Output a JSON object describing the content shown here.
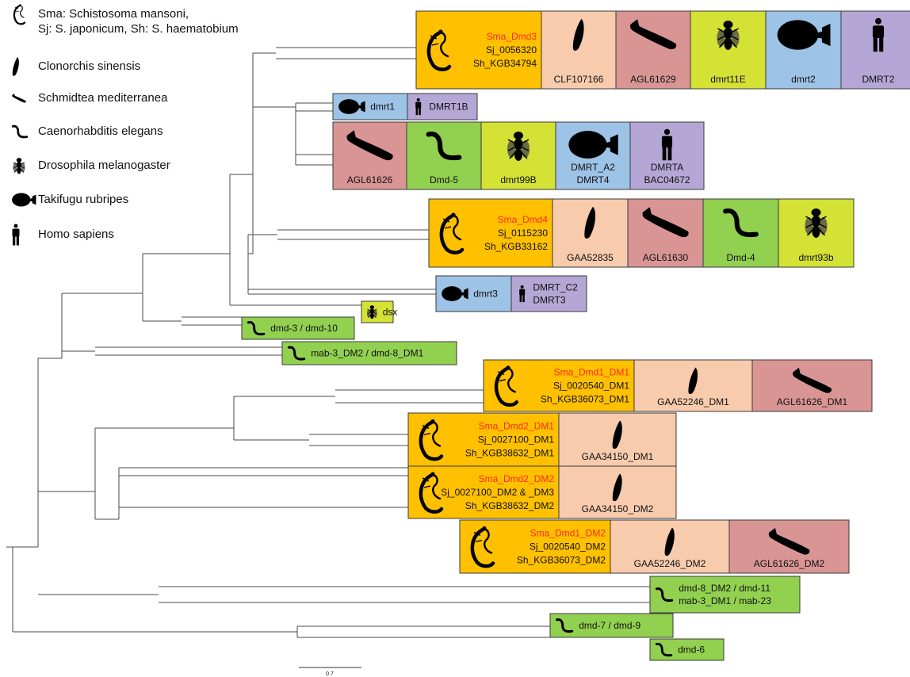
{
  "legend": [
    {
      "icon": "schistosoma-icon",
      "lines": [
        "Sma:  Schistosoma mansoni,",
        "Sj: S. japonicum, Sh: S. haematobium"
      ]
    },
    {
      "icon": "clonorchis-icon",
      "lines": [
        "Clonorchis sinensis"
      ]
    },
    {
      "icon": "schmidtea-icon",
      "lines": [
        "Schmidtea mediterranea"
      ]
    },
    {
      "icon": "worm-icon",
      "lines": [
        "Caenorhabditis elegans"
      ]
    },
    {
      "icon": "fly-icon",
      "lines": [
        "Drosophila melanogaster"
      ]
    },
    {
      "icon": "pufferfish-icon",
      "lines": [
        "Takifugu rubripes"
      ]
    },
    {
      "icon": "human-icon",
      "lines": [
        "Homo sapiens"
      ]
    }
  ],
  "colors": {
    "schistosoma": "#ffc000",
    "clonorchis": "#f8cbad",
    "schmidtea": "#d99594",
    "elegans": "#92d050",
    "drosophila": "#d4e135",
    "takifugu": "#9dc3e6",
    "human": "#b4a7d6",
    "highlight_text": "#ff2a1a",
    "tree_line": "#4a4a4a"
  },
  "clades": [
    {
      "id": "dmd3",
      "cells": [
        {
          "sp": "schistosoma",
          "icon": "schistosoma-icon",
          "red": "Sma_Dmd3",
          "lines": [
            "Sj_0056320",
            "Sh_KGB34794"
          ]
        },
        {
          "sp": "clonorchis",
          "icon": "clonorchis-icon",
          "lines": [
            "CLF107166"
          ]
        },
        {
          "sp": "schmidtea",
          "icon": "schmidtea-icon",
          "lines": [
            "AGL61629"
          ]
        },
        {
          "sp": "drosophila",
          "icon": "fly-icon",
          "lines": [
            "dmrt11E"
          ]
        },
        {
          "sp": "takifugu",
          "icon": "pufferfish-icon",
          "lines": [
            "dmrt2"
          ]
        },
        {
          "sp": "human",
          "icon": "human-icon",
          "lines": [
            "DMRT2"
          ]
        }
      ]
    },
    {
      "id": "dmrt1",
      "cells": [
        {
          "sp": "takifugu",
          "icon": "pufferfish-icon",
          "lines": [
            "dmrt1"
          ]
        },
        {
          "sp": "human",
          "icon": "human-icon",
          "lines": [
            "DMRT1B"
          ]
        }
      ]
    },
    {
      "id": "dmd5",
      "cells": [
        {
          "sp": "schmidtea",
          "icon": "schmidtea-icon",
          "lines": [
            "AGL61626"
          ]
        },
        {
          "sp": "elegans",
          "icon": "worm-icon",
          "lines": [
            "Dmd-5"
          ]
        },
        {
          "sp": "drosophila",
          "icon": "fly-icon",
          "lines": [
            "dmrt99B"
          ]
        },
        {
          "sp": "takifugu",
          "icon": "pufferfish-icon",
          "lines": [
            "DMRT_A2",
            "DMRT4"
          ]
        },
        {
          "sp": "human",
          "icon": "human-icon",
          "lines": [
            "DMRTA",
            "BAC04672"
          ]
        }
      ]
    },
    {
      "id": "dmd4",
      "cells": [
        {
          "sp": "schistosoma",
          "icon": "schistosoma-icon",
          "red": "Sma_Dmd4",
          "lines": [
            "Sj_0115230",
            "Sh_KGB33162"
          ]
        },
        {
          "sp": "clonorchis",
          "icon": "clonorchis-icon",
          "lines": [
            "GAA52835"
          ]
        },
        {
          "sp": "schmidtea",
          "icon": "schmidtea-icon",
          "lines": [
            "AGL61630"
          ]
        },
        {
          "sp": "elegans",
          "icon": "worm-icon",
          "lines": [
            "Dmd-4"
          ]
        },
        {
          "sp": "drosophila",
          "icon": "fly-icon",
          "lines": [
            "dmrt93b"
          ]
        }
      ]
    },
    {
      "id": "dmrt3",
      "cells": [
        {
          "sp": "takifugu",
          "icon": "pufferfish-icon",
          "lines": [
            "dmrt3"
          ]
        },
        {
          "sp": "human",
          "icon": "human-icon",
          "lines": [
            "DMRT_C2",
            "DMRT3"
          ]
        }
      ]
    },
    {
      "id": "dsx",
      "cells": [
        {
          "sp": "drosophila",
          "icon": "fly-icon",
          "lines": [
            "dsx"
          ]
        }
      ]
    },
    {
      "id": "dmd3-10",
      "cells": [
        {
          "sp": "elegans",
          "icon": "worm-icon",
          "lines": [
            "dmd-3 / dmd-10"
          ]
        }
      ]
    },
    {
      "id": "mab3",
      "cells": [
        {
          "sp": "elegans",
          "icon": "worm-icon",
          "lines": [
            "mab-3_DM2 / dmd-8_DM1"
          ]
        }
      ]
    },
    {
      "id": "dmd1-dm1",
      "cells": [
        {
          "sp": "schistosoma",
          "icon": "schistosoma-icon",
          "red": "Sma_Dmd1_DM1",
          "lines": [
            "Sj_0020540_DM1",
            "Sh_KGB36073_DM1"
          ]
        },
        {
          "sp": "clonorchis",
          "icon": "clonorchis-icon",
          "lines": [
            "GAA52246_DM1"
          ]
        },
        {
          "sp": "schmidtea",
          "icon": "schmidtea-icon",
          "lines": [
            "AGL61626_DM1"
          ]
        }
      ]
    },
    {
      "id": "dmd2-dm1",
      "cells": [
        {
          "sp": "schistosoma",
          "icon": "schistosoma-icon",
          "red": "Sma_Dmd2_DM1",
          "lines": [
            "Sj_0027100_DM1",
            "Sh_KGB38632_DM1"
          ]
        },
        {
          "sp": "clonorchis",
          "icon": "clonorchis-icon",
          "lines": [
            "GAA34150_DM1"
          ]
        }
      ]
    },
    {
      "id": "dmd2-dm2",
      "cells": [
        {
          "sp": "schistosoma",
          "icon": "schistosoma-icon",
          "red": "Sma_Dmd2_DM2",
          "lines": [
            "Sj_0027100_DM2 & _DM3",
            "Sh_KGB38632_DM2"
          ]
        },
        {
          "sp": "clonorchis",
          "icon": "clonorchis-icon",
          "lines": [
            "GAA34150_DM2"
          ]
        }
      ]
    },
    {
      "id": "dmd1-dm2",
      "cells": [
        {
          "sp": "schistosoma",
          "icon": "schistosoma-icon",
          "red": "Sma_Dmd1_DM2",
          "lines": [
            "Sj_0020540_DM2",
            "Sh_KGB36073_DM2"
          ]
        },
        {
          "sp": "clonorchis",
          "icon": "clonorchis-icon",
          "lines": [
            "GAA52246_DM2"
          ]
        },
        {
          "sp": "schmidtea",
          "icon": "schmidtea-icon",
          "lines": [
            "AGL61626_DM2"
          ]
        }
      ]
    },
    {
      "id": "dmd8-11",
      "cells": [
        {
          "sp": "elegans",
          "icon": "worm-icon",
          "lines": [
            "dmd-8_DM2 / dmd-11",
            "mab-3_DM1 / mab-23"
          ]
        }
      ]
    },
    {
      "id": "dmd7-9",
      "cells": [
        {
          "sp": "elegans",
          "icon": "worm-icon",
          "lines": [
            "dmd-7 / dmd-9"
          ]
        }
      ]
    },
    {
      "id": "dmd6",
      "cells": [
        {
          "sp": "elegans",
          "icon": "worm-icon",
          "lines": [
            "dmd-6"
          ]
        }
      ]
    }
  ],
  "scale_bar": {
    "label": "0.7"
  }
}
